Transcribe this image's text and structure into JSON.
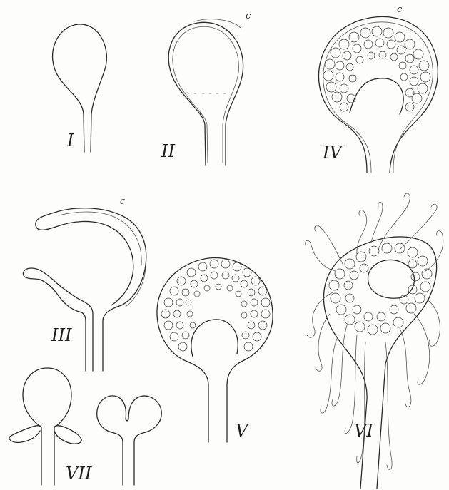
{
  "figures": [
    {
      "id": "I",
      "label": "I"
    },
    {
      "id": "II",
      "label": "II",
      "marker": "c"
    },
    {
      "id": "III",
      "label": "III",
      "marker": "c"
    },
    {
      "id": "IV",
      "label": "IV",
      "marker": "c"
    },
    {
      "id": "V",
      "label": "V"
    },
    {
      "id": "VI",
      "label": "VI"
    },
    {
      "id": "VII",
      "label": "VII"
    }
  ]
}
